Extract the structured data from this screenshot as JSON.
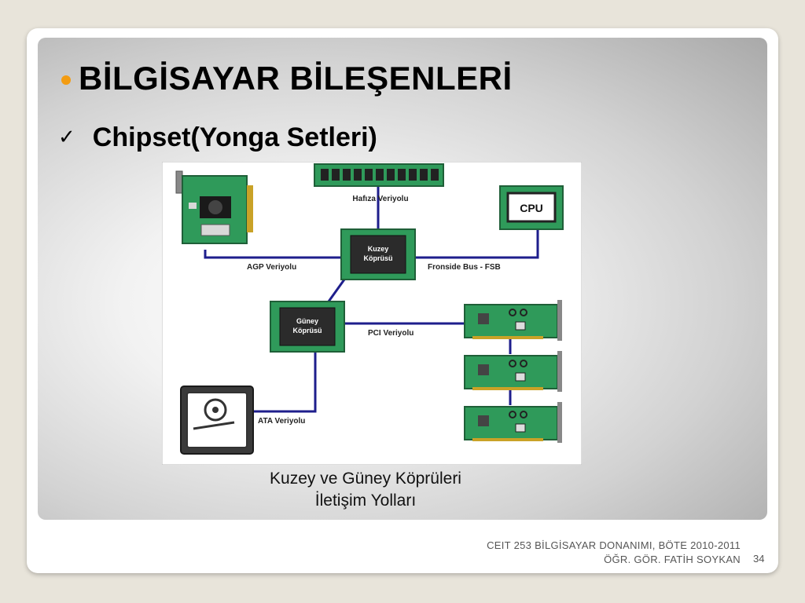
{
  "slide": {
    "title": "BİLGİSAYAR BİLEŞENLERİ",
    "subtitle": "Chipset(Yonga Setleri)",
    "check_glyph": "✓",
    "caption_line1": "Kuzey ve Güney Köprüleri",
    "caption_line2": "İletişim Yolları",
    "footer_line1": "CEIT 253 BİLGİSAYAR DONANIMI, BÖTE 2010-2011",
    "footer_line2": "ÖĞR. GÖR. FATİH SOYKAN",
    "page_number": "34"
  },
  "diagram": {
    "north_bridge": [
      "Kuzey",
      "Köprüsü"
    ],
    "south_bridge": [
      "Güney",
      "Köprüsü"
    ],
    "cpu_label": "CPU",
    "memory_bus": "Hafıza Veriyolu",
    "agp_bus": "AGP Veriyolu",
    "fsb_bus": "Fronside Bus - FSB",
    "pci_bus": "PCI Veriyolu",
    "ata_bus": "ATA Veriyolu"
  },
  "colors": {
    "accent_bullet": "#f39c12",
    "board_green": "#2f9a5a",
    "bus_line": "#1e1e8c",
    "chip_dark": "#2b2b2b"
  }
}
